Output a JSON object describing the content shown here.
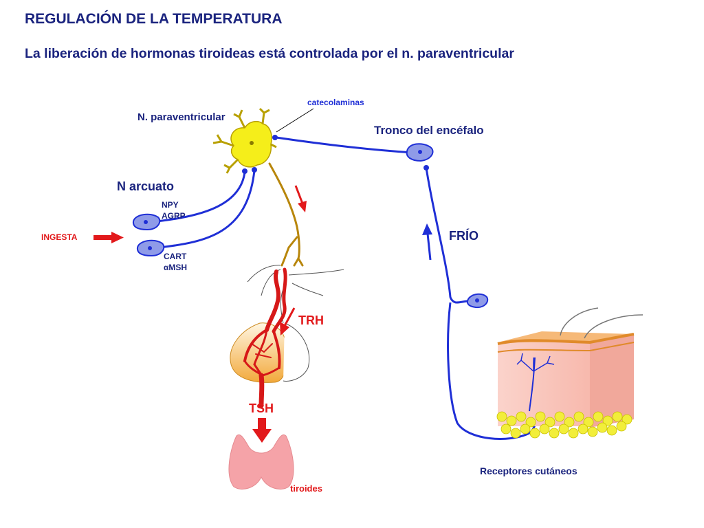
{
  "title": "REGULACIÓN DE LA TEMPERATURA",
  "subtitle": "La liberación de hormonas tiroideas está controlada por el n. paraventricular",
  "labels": {
    "catecolaminas": "catecolaminas",
    "n_paraventricular": "N. paraventricular",
    "tronco": "Tronco del encéfalo",
    "n_arcuato": "N arcuato",
    "npy": "NPY",
    "agrp": "AGRP",
    "cart": "CART",
    "msh_prefix": "α",
    "msh": "MSH",
    "ingesta": "INGESTA",
    "frio": "FRÍO",
    "trh": "TRH",
    "tsh": "TSH",
    "tiroides": "tiroides",
    "receptores": "Receptores cutáneos"
  },
  "colors": {
    "navy": "#1a237e",
    "nerve_blue": "#1f2fd6",
    "cell_fill": "#8f9be8",
    "neuron_yellow": "#f5ee1a",
    "axon_brown": "#b8860b",
    "vessel_red": "#d61818",
    "pituitary_orange": "#f2a93b",
    "thyroid_pink": "#f5a3a8",
    "skin_pink": "#f9c6bd",
    "fat_yellow": "#f2ee3a"
  }
}
